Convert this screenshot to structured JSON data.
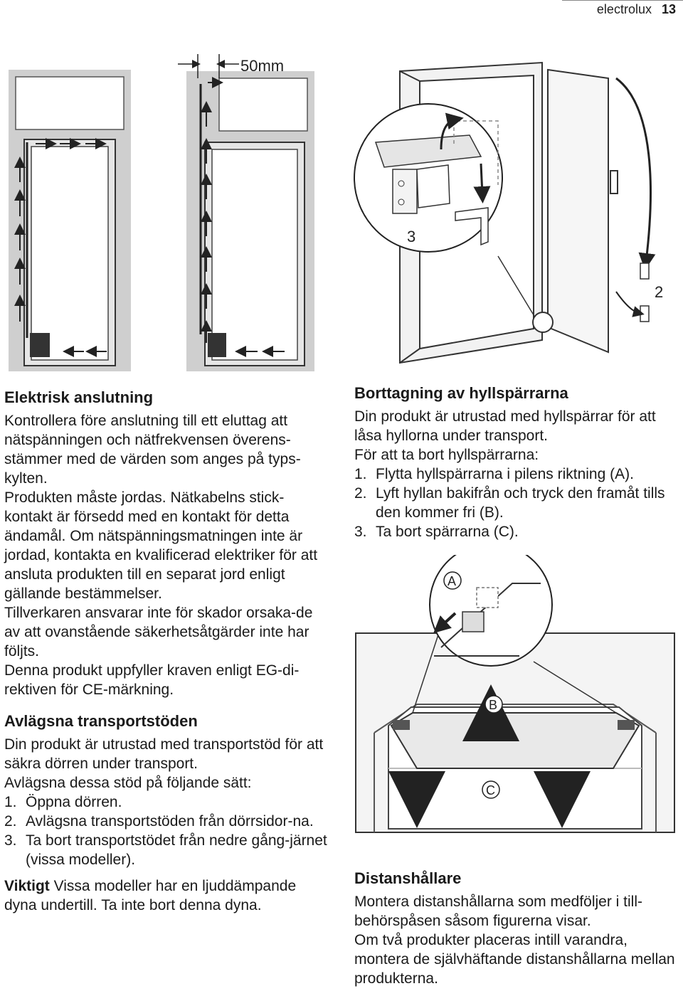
{
  "header": {
    "brand": "electrolux",
    "page_number": "13"
  },
  "figure_ventilation": {
    "dimension_label": "50mm"
  },
  "figure_door": {
    "callout_3": "3",
    "callout_2": "2"
  },
  "figure_shelf": {
    "label_a": "A",
    "label_b": "B",
    "label_c": "C"
  },
  "electrical": {
    "heading": "Elektrisk anslutning",
    "paragraphs": [
      "Kontrollera före anslutning till ett eluttag att nätspänningen och nätfrekvensen överens-stämmer med de värden som anges på typs-kylten.",
      "Produkten måste jordas. Nätkabelns stick-kontakt är försedd med en kontakt för detta ändamål. Om nätspänningsmatningen inte är jordad, kontakta en kvalificerad elektriker för att ansluta produkten till en separat jord enligt gällande bestämmelser.",
      "Tillverkaren ansvarar inte för skador orsaka-de av att ovanstående säkerhetsåtgärder inte har följts.",
      "Denna produkt uppfyller kraven enligt EG-di-rektiven för CE-märkning."
    ]
  },
  "transport": {
    "heading": "Avlägsna transportstöden",
    "intro": "Din produkt är utrustad med transportstöd för att säkra dörren under transport.",
    "lead": "Avlägsna dessa stöd på följande sätt:",
    "steps": [
      {
        "num": "1.",
        "text": "Öppna dörren."
      },
      {
        "num": "2.",
        "text": "Avlägsna transportstöden från dörrsidor-na."
      },
      {
        "num": "3.",
        "text": "Ta bort transportstödet från nedre gång-järnet (vissa modeller)."
      }
    ],
    "note_bold": "Viktigt",
    "note_text": " Vissa modeller har en ljuddämpande dyna undertill. Ta inte bort denna dyna."
  },
  "shelf_locks": {
    "heading": "Borttagning av hyllspärrarna",
    "intro": "Din produkt är utrustad med hyllspärrar för att låsa hyllorna under transport.",
    "lead": "För att ta bort hyllspärrarna:",
    "steps": [
      {
        "num": "1.",
        "text": "Flytta hyllspärrarna i pilens riktning (A)."
      },
      {
        "num": "2.",
        "text": "Lyft hyllan bakifrån och tryck den framåt tills den kommer fri (B)."
      },
      {
        "num": "3.",
        "text": "Ta bort spärrarna (C)."
      }
    ]
  },
  "spacers": {
    "heading": "Distanshållare",
    "paragraphs": [
      "Montera distanshållarna som medföljer i till-behörspåsen såsom figurerna visar.",
      "Om två produkter placeras intill varandra, montera de självhäftande distanshållarna mellan produkterna."
    ]
  }
}
